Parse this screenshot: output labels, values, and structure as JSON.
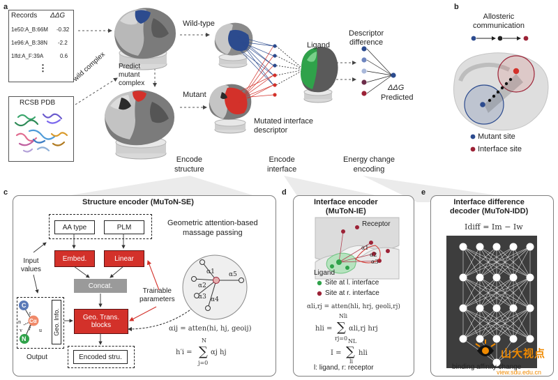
{
  "panels": {
    "a": "a",
    "b": "b",
    "c": "c",
    "d": "d",
    "e": "e"
  },
  "records": {
    "header_left": "Records",
    "header_right": "ΔΔG",
    "rows": [
      {
        "id": "1e50:A_B:66M",
        "value": "-0.32"
      },
      {
        "id": "1e96:A_B:38N",
        "value": "-2.2"
      },
      {
        "id": "1lfd:A_F:39A",
        "value": "0.6"
      }
    ],
    "ellipsis": "⋮"
  },
  "pdb_label": "RCSB PDB",
  "wild_complex": "wild complex",
  "predict_mutant": [
    "Predict",
    "mutant",
    "complex"
  ],
  "wild_type": "Wild-type",
  "mutant": "Mutant",
  "ligand": "Ligand",
  "descriptor_difference": [
    "Descriptor",
    "difference"
  ],
  "ddg": "ΔΔG",
  "predicted": "Predicted",
  "mutated_interface": [
    "Mutated interface",
    "descriptor"
  ],
  "allosteric": [
    "Allosteric",
    "communication"
  ],
  "legend_b": {
    "mutant": "Mutant site",
    "interface": "Interface site"
  },
  "stages": {
    "encode_structure": [
      "Encode",
      "structure"
    ],
    "encode_interface": [
      "Encode",
      "interface"
    ],
    "energy_change": [
      "Energy change",
      "encoding"
    ]
  },
  "panel_c": {
    "title": "Structure encoder (MuToN-SE)",
    "aa_type": "AA type",
    "plm": "PLM",
    "embed": "Embed.",
    "linear": "Linear",
    "concat": "Concat.",
    "geo_trans": [
      "Geo. Trans.",
      "blocks"
    ],
    "geo_info": "Geo. Info.",
    "encoded": "Encoded stru.",
    "input_values": [
      "Input",
      "values"
    ],
    "output": "Output",
    "trainable": [
      "Trainable",
      "parameters"
    ],
    "geometric": [
      "Geometric attention-based",
      "massage passing"
    ],
    "atoms": {
      "c": "C",
      "ca": "Cα",
      "n": "N",
      "t": "t",
      "v": "v",
      "nn": "n",
      "u": "u"
    },
    "alphas": {
      "a1": "α1",
      "a2": "α2",
      "a3": "α3",
      "a4": "α4",
      "a5": "α5"
    },
    "eq1": "αij = atten(hi, hj, geoij)",
    "eq2_lhs": "h′i =",
    "eq2_rhs": "αj hj",
    "eq2_top": "N",
    "eq2_bottom": "j=0"
  },
  "panel_d": {
    "title": [
      "Interface encoder",
      "(MuToN-IE)"
    ],
    "receptor": "Receptor",
    "ligand": "Ligand",
    "site_l": "Site at  l. interface",
    "site_r": "Site at  r. interface",
    "alphas": {
      "a1": "α1",
      "a2": "α2",
      "a3": "α3"
    },
    "eq1": "αli,rj = atten(hli, hrj, geoli,rj)",
    "eq2_lhs": "hli =",
    "eq2_rhs": "αli,rj hrj",
    "eq2_top": "Nli",
    "eq2_bottom": "rj=0",
    "eq3_lhs": "I =",
    "eq3_rhs": "hli",
    "eq3_top": "NL",
    "eq3_bottom": "li",
    "footer": "l: ligand, r: receptor"
  },
  "panel_e": {
    "title": [
      "Interface difference",
      "decoder (MuToN-IDD)"
    ],
    "eq": "Idiff = Im − Iw",
    "footer": "binding affinity change"
  },
  "watermark": {
    "main": "山大视点",
    "sub": "view.sdu.edu.cn"
  },
  "colors": {
    "red": "#d3312a",
    "blue": "#2c4b8e",
    "green": "#2fa24a",
    "maroon": "#9c2236",
    "dark_gray": "#3a3a3a",
    "orange": "#f08a00"
  }
}
